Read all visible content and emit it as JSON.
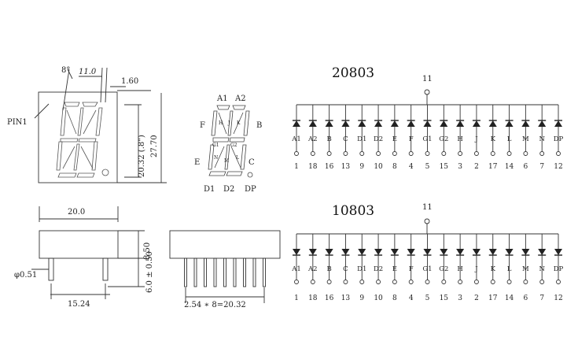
{
  "drawing": {
    "pin1_label": "PIN1",
    "front_dims": {
      "angle": "8°",
      "pitch": "11.0",
      "thickness": "1.60",
      "digit_height": "20.32 (.8\")",
      "total_height": "27.70",
      "width": "20.0"
    },
    "side_dims": {
      "body_height": "8.50",
      "pin_length": "6.0 ± 0.50",
      "pin_dia": "φ0.51",
      "row_spacing": "15.24"
    },
    "bottom_dims": {
      "pin_pitch": "2.54 ∗ 8=20.32"
    },
    "segment_labels": {
      "A1": "A1",
      "A2": "A2",
      "F": "F",
      "B": "B",
      "E": "E",
      "C": "C",
      "D1": "D1",
      "D2": "D2",
      "DP": "DP",
      "G1": "G1",
      "G2": "G2",
      "H": "H",
      "J": "J",
      "K": "K",
      "L": "L",
      "M": "M",
      "N": "N"
    }
  },
  "circuits": [
    {
      "part": "20803",
      "common_pin": "11",
      "orientation": "up",
      "segments": [
        "A1",
        "A2",
        "B",
        "C",
        "D1",
        "D2",
        "E",
        "F",
        "G1",
        "G2",
        "H",
        "J",
        "K",
        "L",
        "M",
        "N",
        "DP"
      ],
      "pins": [
        "1",
        "18",
        "16",
        "13",
        "9",
        "10",
        "8",
        "4",
        "5",
        "15",
        "3",
        "2",
        "17",
        "14",
        "6",
        "7",
        "12"
      ]
    },
    {
      "part": "10803",
      "common_pin": "11",
      "orientation": "down",
      "segments": [
        "A1",
        "A2",
        "B",
        "C",
        "D1",
        "D2",
        "E",
        "F",
        "G1",
        "G2",
        "H",
        "J",
        "K",
        "L",
        "M",
        "N",
        "DP"
      ],
      "pins": [
        "1",
        "18",
        "16",
        "13",
        "9",
        "10",
        "8",
        "4",
        "5",
        "15",
        "3",
        "2",
        "17",
        "14",
        "6",
        "7",
        "12"
      ]
    }
  ]
}
